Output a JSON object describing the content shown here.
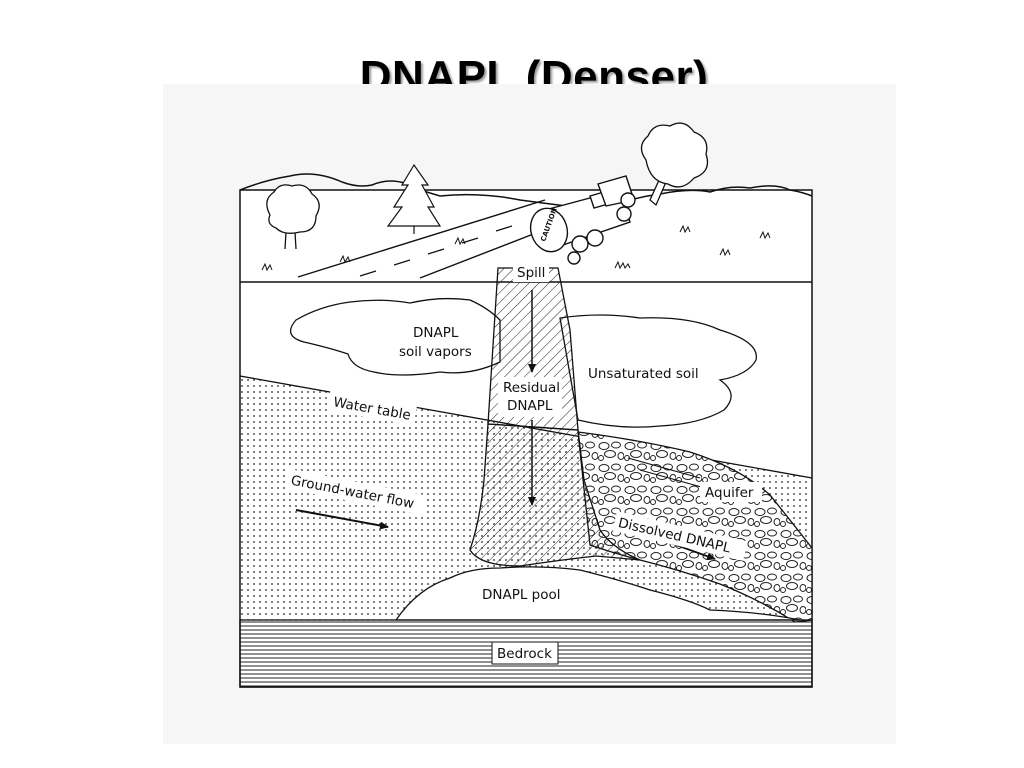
{
  "slide": {
    "title": "DNAPL (Denser)"
  },
  "diagram": {
    "truck_sign": "CAUTION",
    "labels": {
      "spill": "Spill",
      "soil_vapors_line1": "DNAPL",
      "soil_vapors_line2": "soil vapors",
      "unsaturated_soil": "Unsaturated soil",
      "residual_line1": "Residual",
      "residual_line2": "DNAPL",
      "water_table": "Water table",
      "groundwater_flow": "Ground-water flow",
      "aquifer": "Aquifer",
      "dissolved": "Dissolved DNAPL",
      "pool": "DNAPL pool",
      "bedrock": "Bedrock"
    }
  }
}
